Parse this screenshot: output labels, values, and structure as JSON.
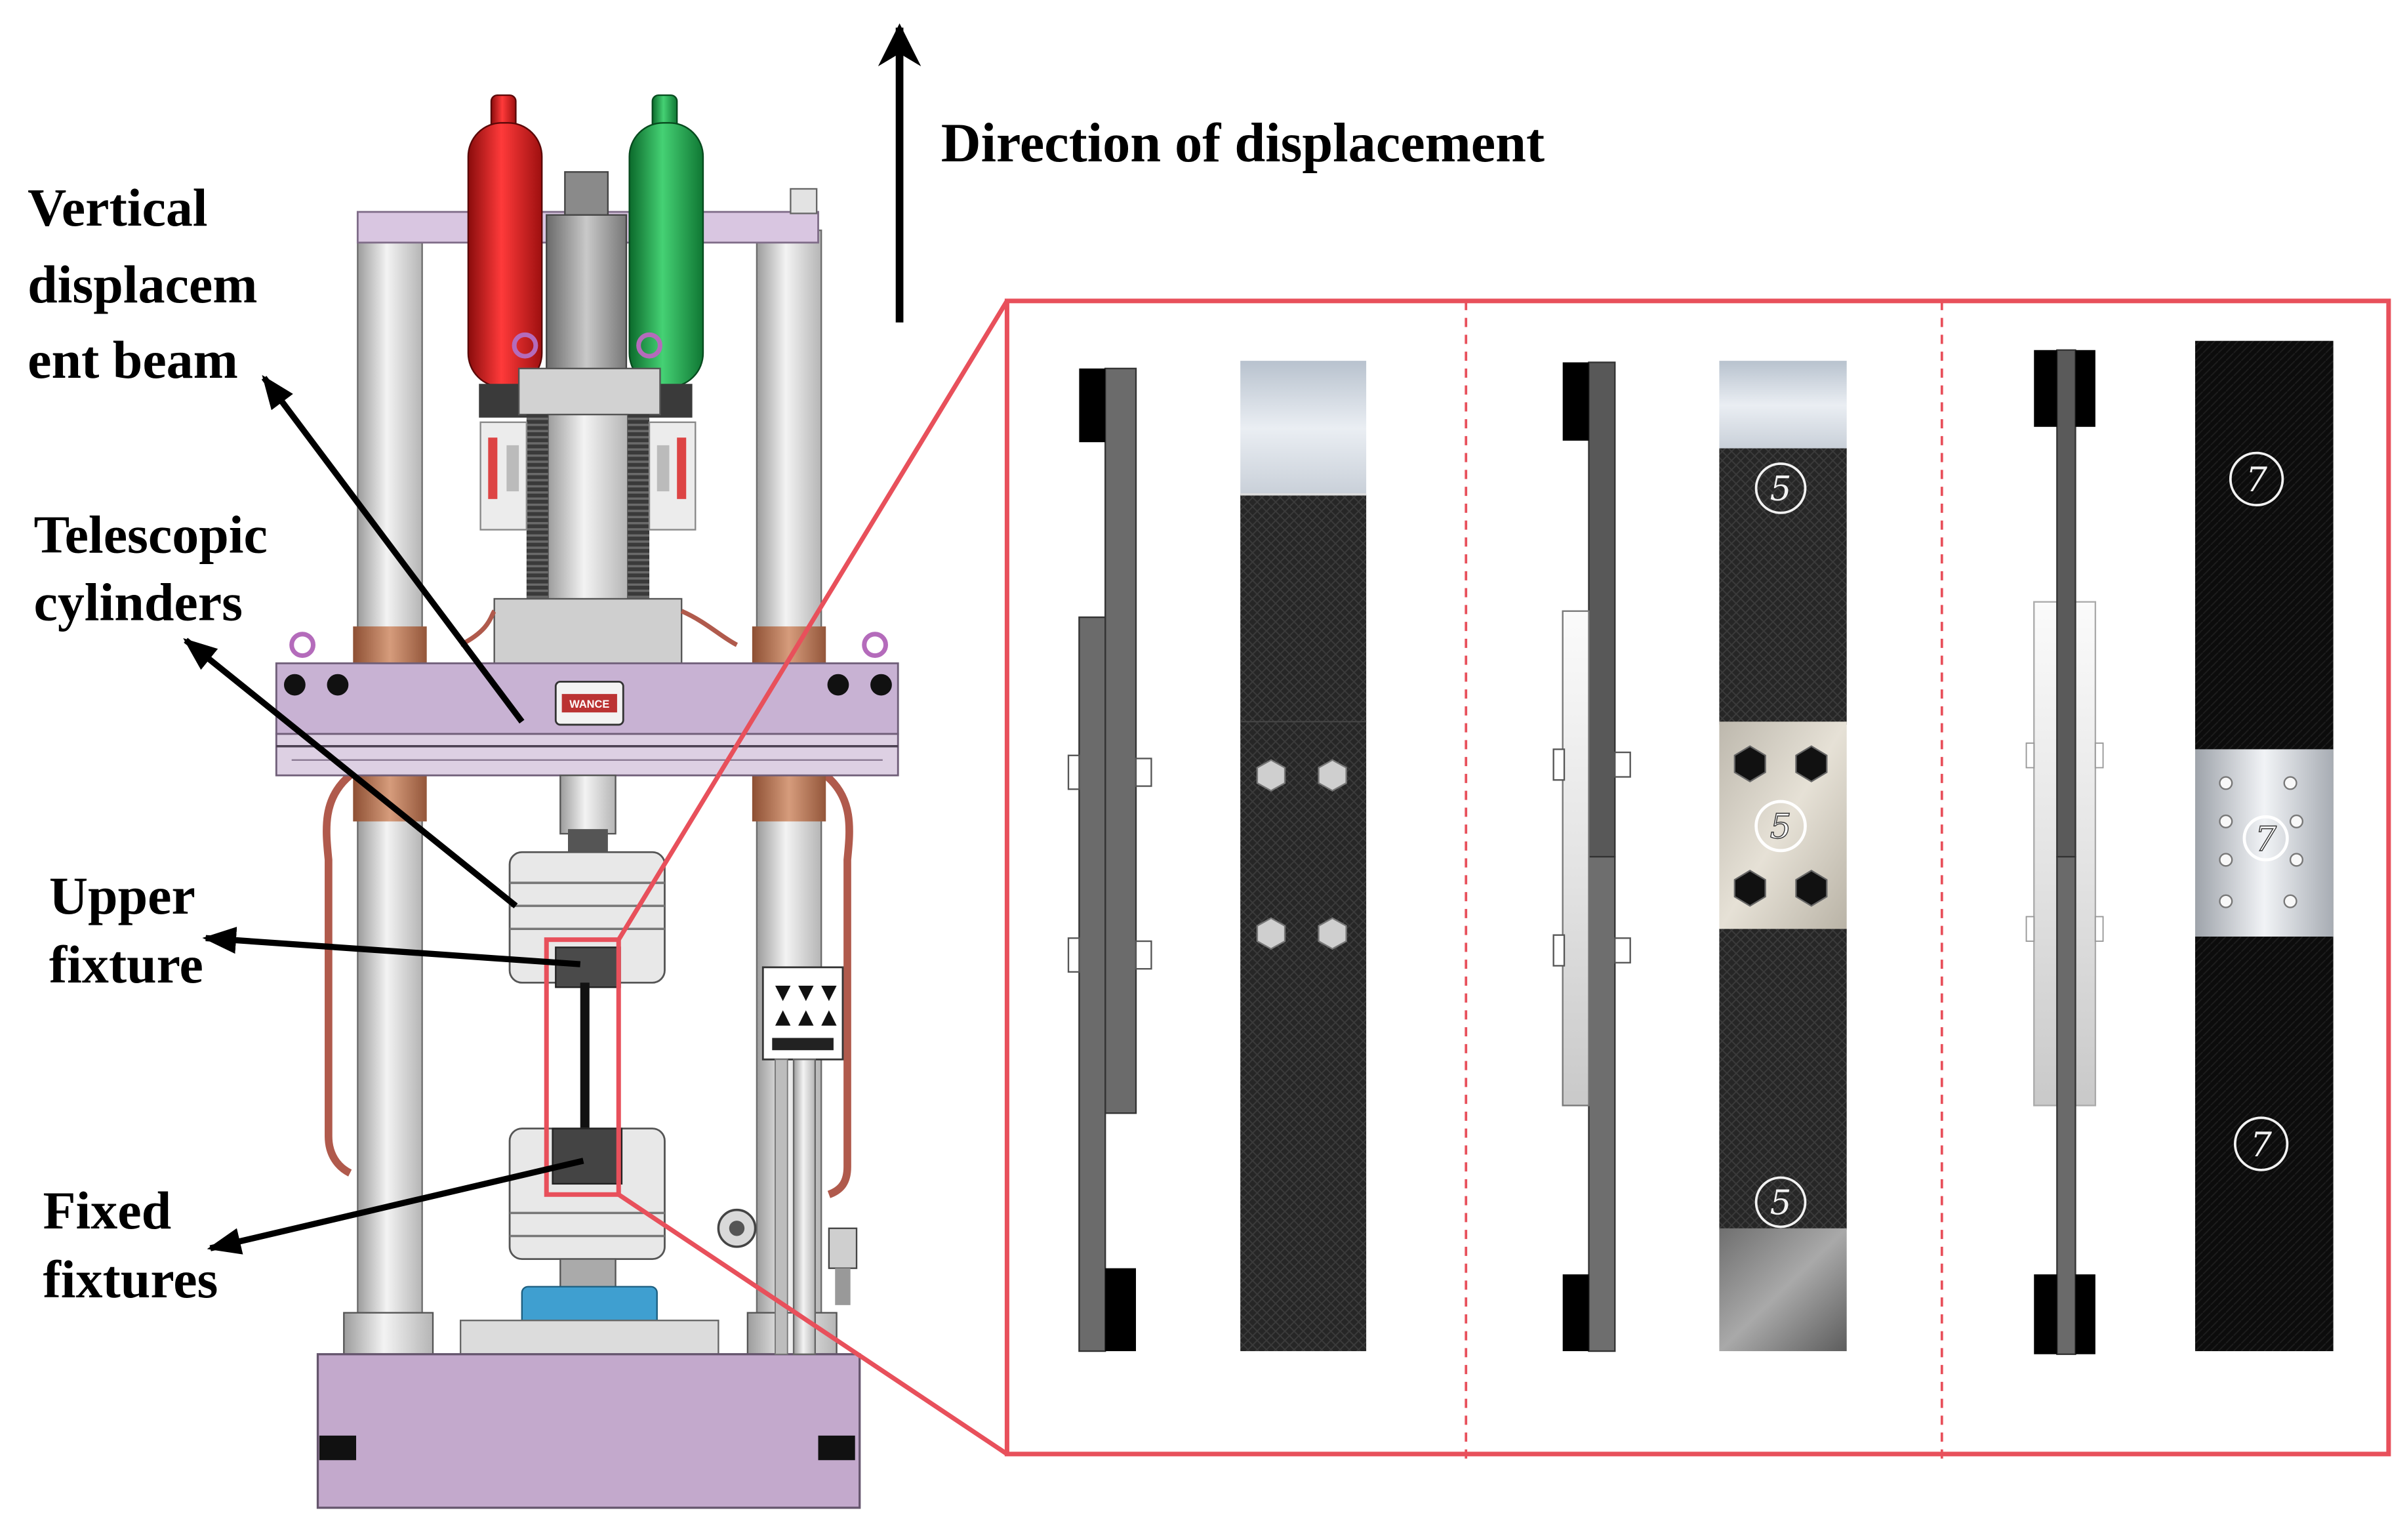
{
  "labels": {
    "direction": "Direction of displacement",
    "vertical_beam": [
      "Vertical",
      "displacem",
      "ent beam"
    ],
    "telescopic": [
      "Telescopic",
      "cylinders"
    ],
    "upper_fixture": [
      "Upper",
      "fixture"
    ],
    "fixed_fixtures": [
      "Fixed",
      "fixtures"
    ]
  },
  "machine": {
    "logo_text": "WANCE"
  },
  "specimens": [
    {
      "marks": []
    },
    {
      "marks": [
        "5",
        "5",
        "5"
      ]
    },
    {
      "marks": [
        "7",
        "7",
        "7"
      ]
    }
  ],
  "colors": {
    "highlight": "#e8505b",
    "frame": "#d9c6e1",
    "beam": "#c8b2d3",
    "base": "#c3a9cc",
    "accumulator_left": "#d42020",
    "accumulator_right": "#1fa64a",
    "load_cell": "#3f9fd0"
  }
}
